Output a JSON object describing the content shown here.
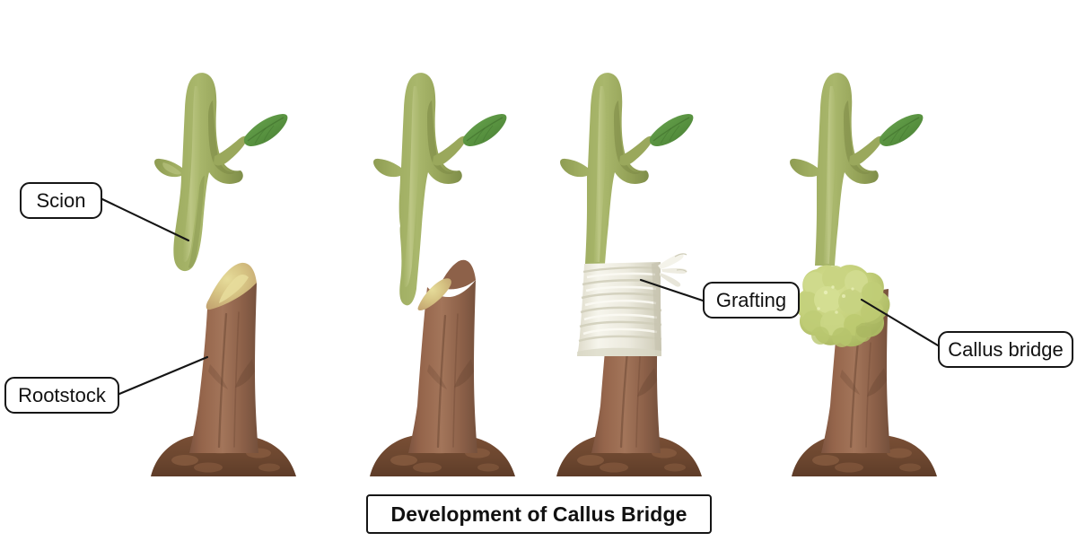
{
  "figure": {
    "title": "Development of Callus Bridge",
    "subject": "plant grafting stages",
    "background_color": "#ffffff",
    "stage_count": 4
  },
  "labels": [
    {
      "id": "scion",
      "text": "Scion",
      "points_to": "green upper stem of stage 1"
    },
    {
      "id": "rootstock",
      "text": "Rootstock",
      "points_to": "brown lower stem of stage 1"
    },
    {
      "id": "grafting",
      "text": "Grafting",
      "points_to": "white wrapping tape of stage 3"
    },
    {
      "id": "callus",
      "text": "Callus bridge",
      "points_to": "green lumpy tissue of stage 4"
    }
  ],
  "stages": [
    {
      "index": 1,
      "name": "cut-scion-and-rootstock",
      "description": "Scion detached above a diagonally cut rootstock",
      "has_scion": true,
      "has_rootstock": true,
      "has_cut_surface": true,
      "has_tape": false,
      "has_callus": false,
      "joined": false
    },
    {
      "index": 2,
      "name": "scion-placed-on-rootstock",
      "description": "Scion seated onto the rootstock cut",
      "has_scion": true,
      "has_rootstock": true,
      "has_cut_surface": true,
      "has_tape": false,
      "has_callus": false,
      "joined": true
    },
    {
      "index": 3,
      "name": "graft-union-wrapped",
      "description": "Graft union bound with grafting tape",
      "has_scion": true,
      "has_rootstock": true,
      "has_cut_surface": false,
      "has_tape": true,
      "has_callus": false,
      "joined": true
    },
    {
      "index": 4,
      "name": "callus-bridge-formed",
      "description": "Callus tissue has bridged scion and rootstock",
      "has_scion": true,
      "has_rootstock": true,
      "has_cut_surface": false,
      "has_tape": false,
      "has_callus": true,
      "joined": true
    }
  ],
  "colors": {
    "scion_green": "#9aa85c",
    "scion_green_light": "#b3bd76",
    "scion_green_dark": "#7f8e4a",
    "leaf_green": "#5f9b48",
    "leaf_green_dark": "#4a7e38",
    "rootstock_brown": "#9a6a4e",
    "rootstock_brown_dark": "#7d5440",
    "rootstock_brown_light": "#ad7c5d",
    "cut_surface_tan": "#c9a877",
    "cut_surface_inner": "#ddd089",
    "soil_brown": "#6e4830",
    "soil_clod": "#8a5e41",
    "tape_white": "#f2f1e6",
    "tape_shadow": "#d6d4c0",
    "callus_green": "#c3cf79",
    "callus_green_dark": "#a6b45e",
    "outline_black": "#151515",
    "label_fill": "#ffffff"
  }
}
